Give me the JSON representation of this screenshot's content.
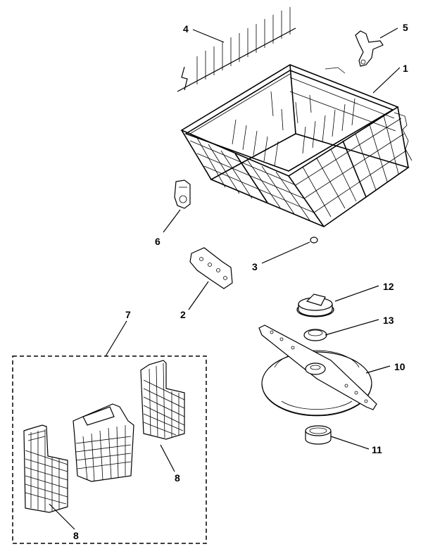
{
  "diagram": {
    "callouts": {
      "c1": "1",
      "c2": "2",
      "c3": "3",
      "c4": "4",
      "c5": "5",
      "c6": "6",
      "c7": "7",
      "c8a": "8",
      "c8b": "8",
      "c10": "10",
      "c11": "11",
      "c12": "12",
      "c13": "13"
    }
  }
}
